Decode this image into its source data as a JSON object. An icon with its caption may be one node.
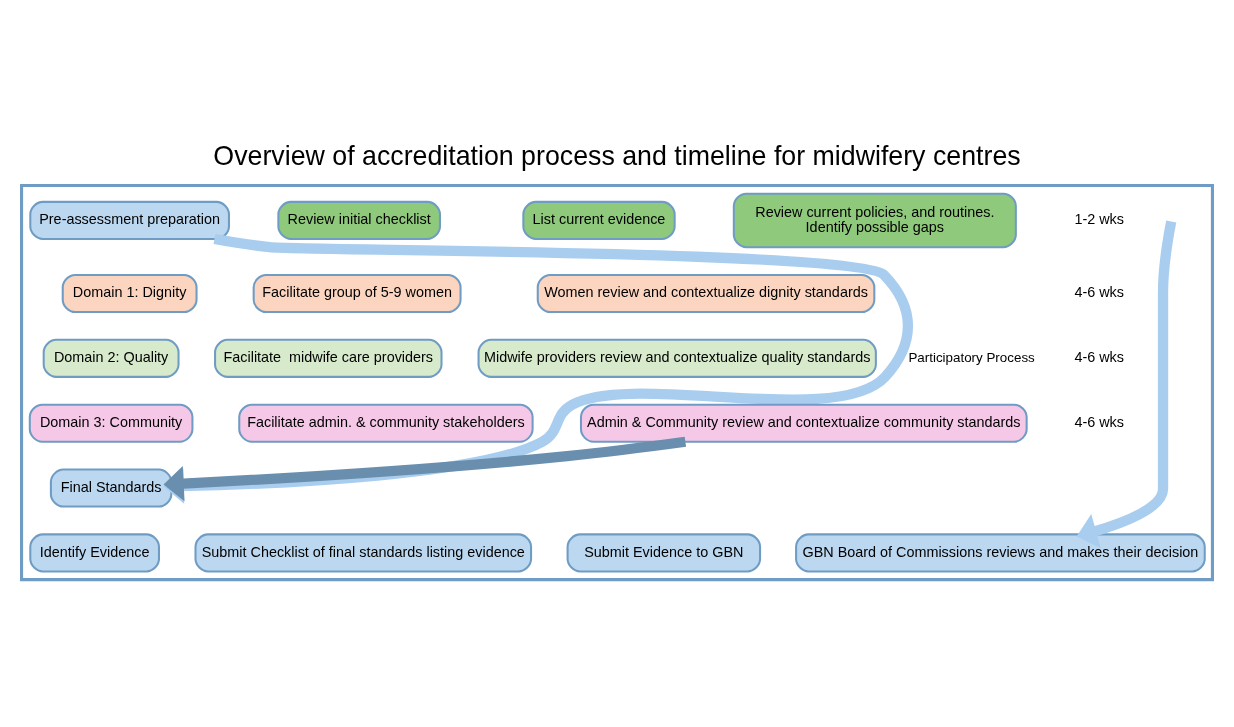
{
  "diagram": {
    "title": "Overview of accreditation process and timeline for midwifery centres",
    "nodes": [
      {
        "text": [],
        "shape": "box"
      },
      {
        "text": [
          "Pre-assessment preparation"
        ],
        "in": 0
      },
      {
        "text": [
          "Review initial checklist"
        ],
        "in": 0
      },
      {
        "text": [
          "List current evidence"
        ],
        "in": 0
      },
      {
        "text": [
          "Review current policies, and routines.",
          "Identify possible gaps"
        ],
        "in": 0
      },
      {
        "text": [
          "Domain 1: Dignity"
        ],
        "in": 0
      },
      {
        "text": [
          "Facilitate group of 5-9 women"
        ],
        "in": 0
      },
      {
        "text": [
          "Women review and contextualize dignity standards"
        ],
        "in": 0
      },
      {
        "text": [
          "Domain 2: Quality"
        ],
        "in": 0
      },
      {
        "text": [
          "Facilitate  midwife care providers"
        ],
        "in": 0
      },
      {
        "text": [
          "Midwife providers review and contextualize quality standards"
        ],
        "in": 0
      },
      {
        "text": [
          "Domain 3: Community"
        ],
        "in": 0
      },
      {
        "text": [
          "Facilitate admin. & community stakeholders"
        ],
        "in": 0
      },
      {
        "text": [
          "Admin & Community review and contextualize community standards"
        ],
        "in": 0
      },
      {
        "text": [
          "Final Standards"
        ],
        "in": 0
      },
      {
        "text": [
          "Identify Evidence"
        ],
        "in": 0
      },
      {
        "text": [
          "Submit Checklist of final standards listing evidence"
        ],
        "in": 0
      },
      {
        "text": [
          "Submit Evidence to GBN"
        ],
        "in": 0
      },
      {
        "text": [
          "GBN Board of Commissions reviews and makes their decision"
        ],
        "in": 0
      }
    ],
    "edges": [
      {
        "from": 1,
        "to": 14,
        "arrow": "to",
        "label": "Participatory Process"
      },
      {
        "from": 13,
        "to": 14,
        "arrow": "to",
        "color": "#6a8fae"
      },
      {
        "from": null,
        "to": 18,
        "arrow": "to"
      }
    ],
    "labels": [
      "1-2 wks",
      "4-6 wks",
      "4-6 wks",
      "4-6 wks"
    ]
  }
}
